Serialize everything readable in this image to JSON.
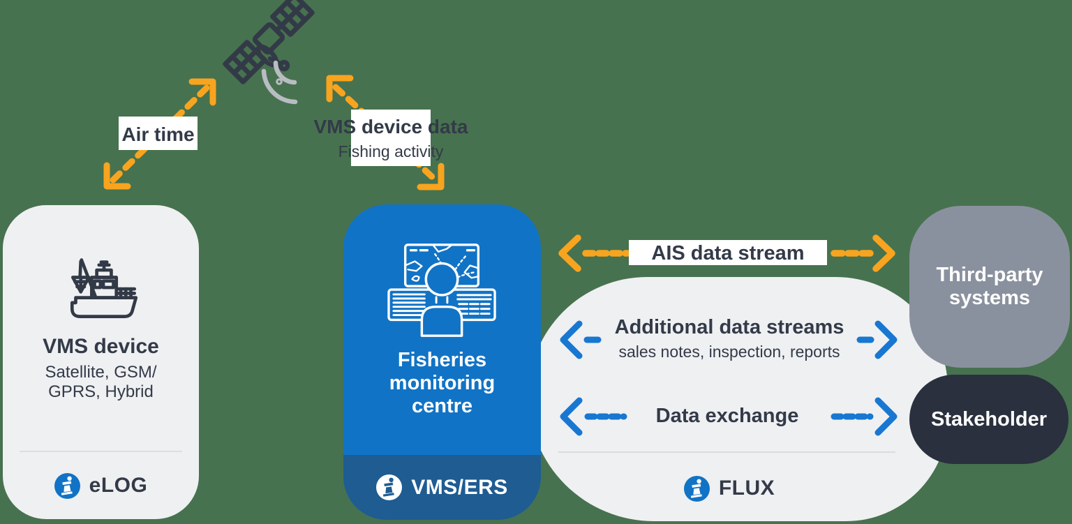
{
  "colors": {
    "background": "#47724F",
    "panel_light": "#EFF0F2",
    "accent_blue": "#1173C5",
    "accent_blue_dark": "#1E5C92",
    "arrow_blue": "#1877D1",
    "arrow_orange": "#F8A41E",
    "gray_card": "#8A919E",
    "dark_card": "#2A303E",
    "text_dark": "#333A48",
    "text_light": "#FFFFFF"
  },
  "icons": {
    "satellite": "satellite-icon",
    "vessel": "fishing-vessel-icon",
    "operator": "monitoring-operator-icon",
    "brand": "lighthouse-icon"
  },
  "connectors": {
    "air_time": {
      "label": "Air time"
    },
    "vms_device_data": {
      "label": "VMS device data",
      "sublabel": "Fishing activity"
    },
    "ais": {
      "label": "AIS data stream"
    },
    "additional": {
      "label": "Additional data streams",
      "sublabel": "sales notes, inspection, reports"
    },
    "data_exchange": {
      "label": "Data exchange"
    }
  },
  "nodes": {
    "vms_device": {
      "title": "VMS device",
      "subtitle_line1": "Satellite, GSM/",
      "subtitle_line2": "GPRS, Hybrid",
      "badge": "eLOG"
    },
    "fmc": {
      "title_line1": "Fisheries",
      "title_line2": "monitoring",
      "title_line3": "centre",
      "badge": "VMS/ERS"
    },
    "flux": {
      "badge": "FLUX"
    },
    "third_party": {
      "label_line1": "Third-party",
      "label_line2": "systems"
    },
    "stakeholder": {
      "label": "Stakeholder"
    }
  }
}
